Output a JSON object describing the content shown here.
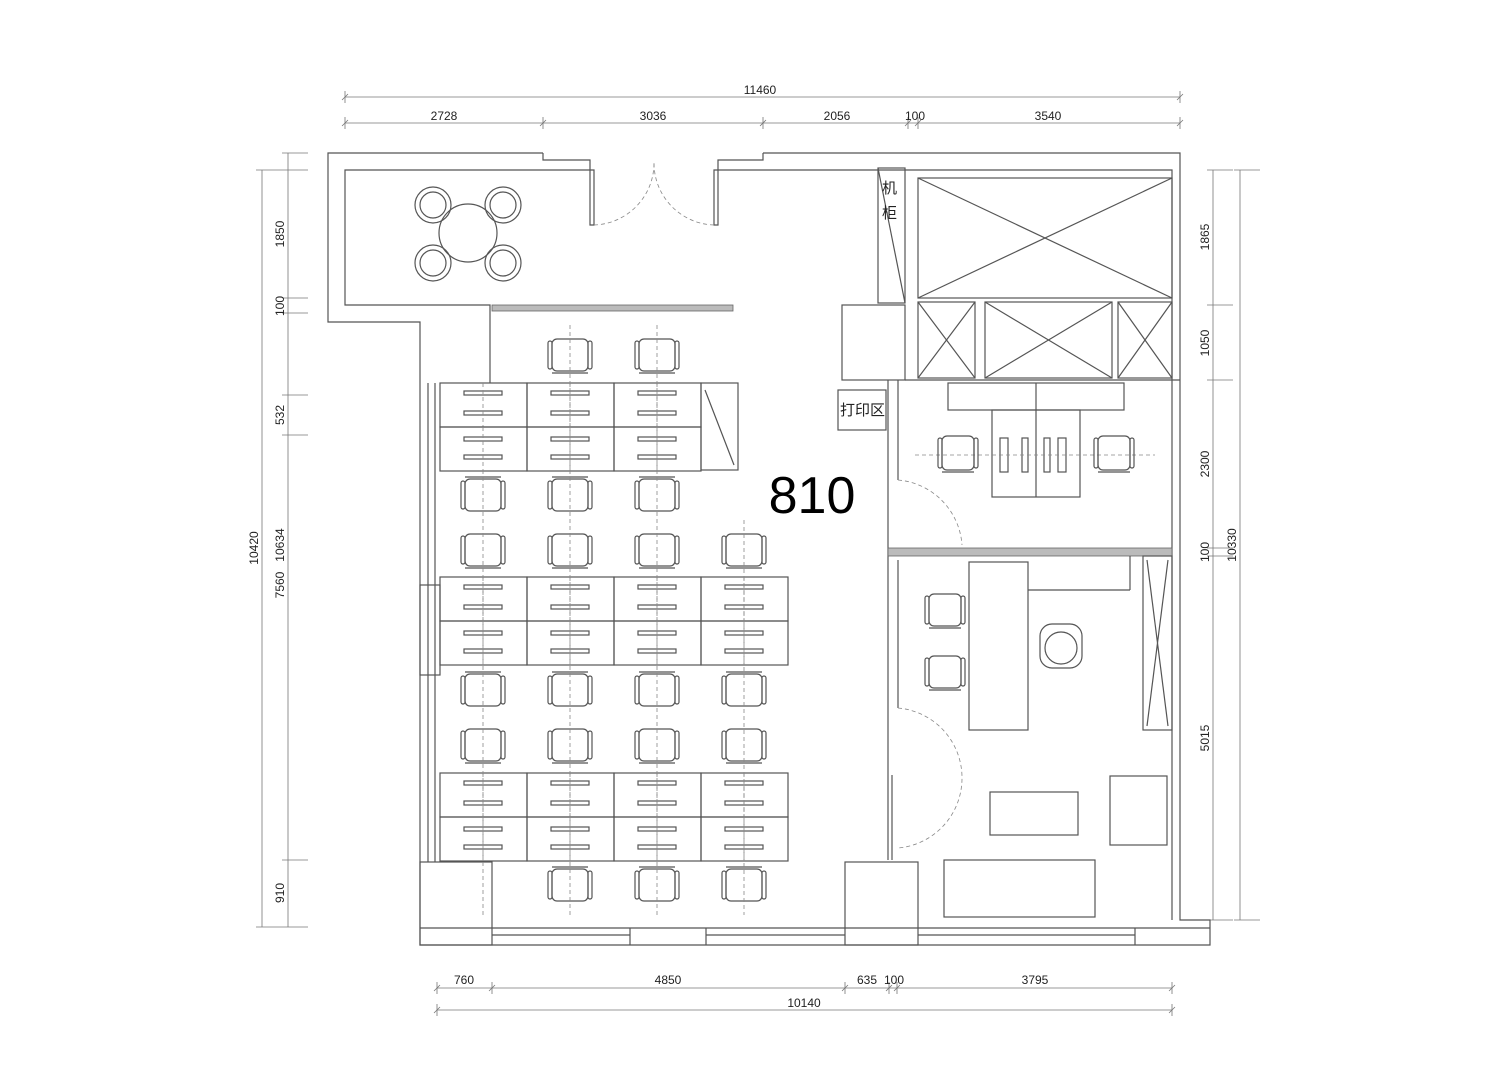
{
  "room_number": "810",
  "labels": {
    "cabinet_char1": "机",
    "cabinet_char2": "柜",
    "print_area": "打印区"
  },
  "dimensions": {
    "top_total": "11460",
    "top": [
      "2728",
      "3036",
      "2056",
      "100",
      "3540"
    ],
    "left_total": "10420",
    "left_mid": "10634",
    "left": [
      "1850",
      "100",
      "532",
      "7560",
      "910"
    ],
    "right_total": "10330",
    "right": [
      "1865",
      "1050",
      "2300",
      "100",
      "5015"
    ],
    "bottom_total": "10140",
    "bottom": [
      "760",
      "4850",
      "635",
      "100",
      "3795"
    ]
  }
}
